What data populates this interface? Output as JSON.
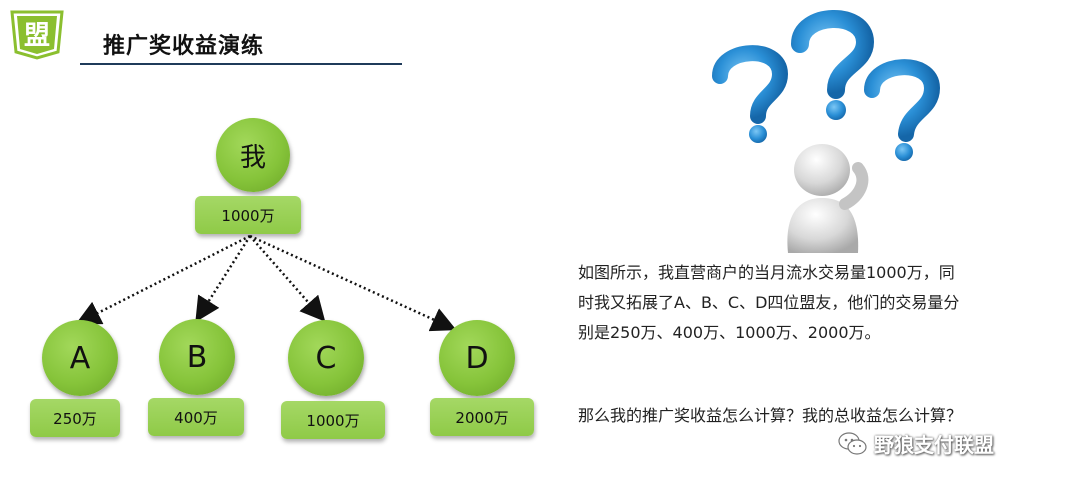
{
  "header": {
    "logo_char": "盟",
    "title": "推广奖收益演练"
  },
  "tree": {
    "root": {
      "label": "我",
      "amount": "1000万"
    },
    "children": [
      {
        "label": "A",
        "amount": "250万"
      },
      {
        "label": "B",
        "amount": "400万"
      },
      {
        "label": "C",
        "amount": "1000万"
      },
      {
        "label": "D",
        "amount": "2000万"
      }
    ]
  },
  "text": {
    "lines": [
      "如图所示，我直营商户的当月流水交易量1000万，同",
      "时我又拓展了A、B、C、D四位盟友，他们的交易量分",
      "别是250万、400万、1000万、2000万。"
    ],
    "question": "那么我的推广奖收益怎么计算？我的总收益怎么计算？"
  },
  "watermark": {
    "text": "野狼支付联盟",
    "icon": "wechat-icon"
  },
  "colors": {
    "node_green": "#86c43a",
    "title_line": "#1f3b5a",
    "question_blue": "#2a8fd6",
    "logo_green": "#8bbf2f"
  }
}
